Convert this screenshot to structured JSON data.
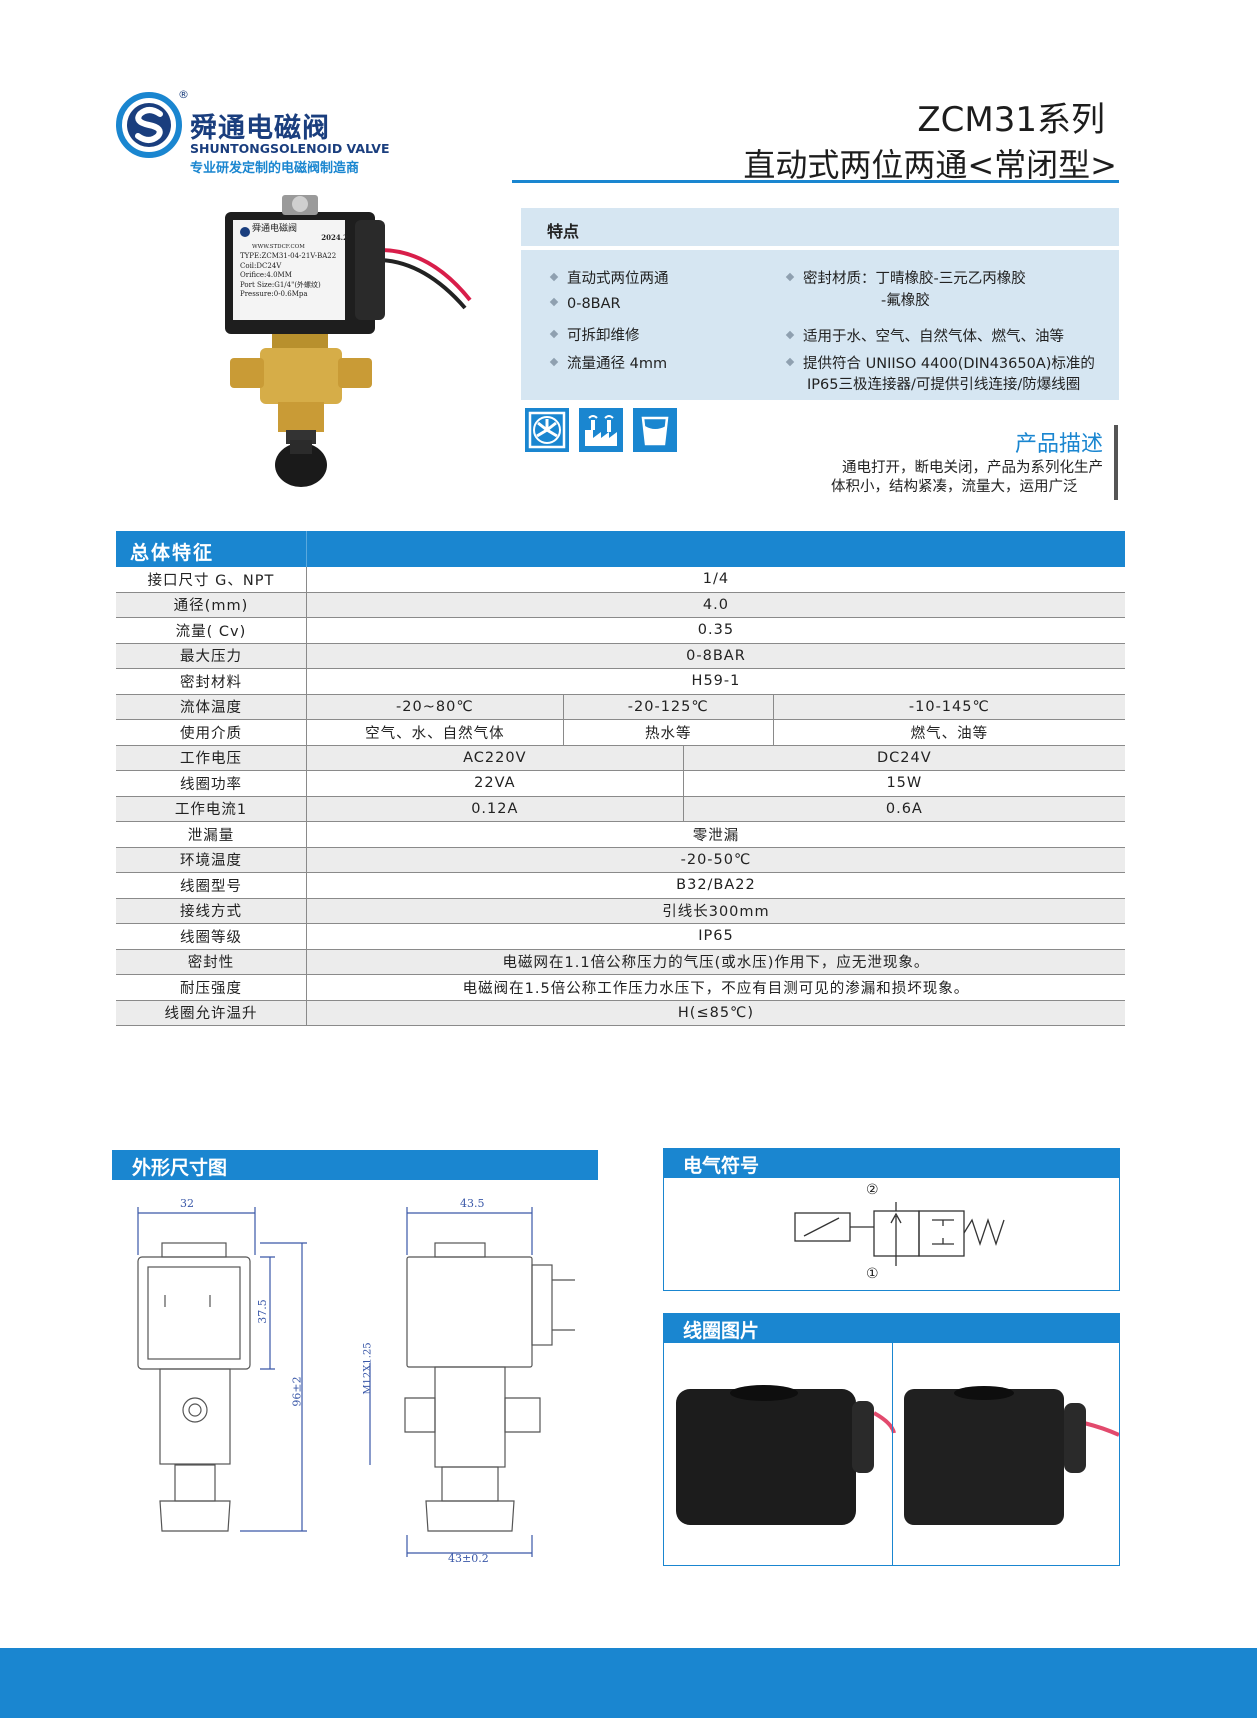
{
  "brand": {
    "name_cn": "舜通电磁阀",
    "name_en": "SHUNTONGSOLENOID VALVE",
    "slogan": "专业研发定制的电磁阀制造商",
    "registered": "®"
  },
  "title": {
    "series": "ZCM31系列",
    "subtitle": "直动式两位两通<常闭型>"
  },
  "product_label": {
    "brand": "舜通电磁阀",
    "date": "2024.2",
    "site": "WWW.STDCF.COM",
    "lines": [
      "TYPE:ZCM31-04-21V-BA22",
      "Coil:DC24V",
      "Orifice:4.0MM",
      "Port Size:G1/4\"(外螺纹)",
      "Pressure:0-0.6Mpa"
    ]
  },
  "features": {
    "heading": "特点",
    "left": [
      "直动式两位两通",
      "0-8BAR",
      "可拆卸维修",
      "流量通径 4mm"
    ],
    "right": [
      {
        "line1": "密封材质：丁晴橡胶-三元乙丙橡胶",
        "line2": "-氟橡胶"
      },
      {
        "line1": "适用于水、空气、自然气体、燃气、油等",
        "line2": ""
      },
      {
        "line1": "提供符合 UNIISO 4400(DIN43650A)标准的",
        "line2": "IP65三极连接器/可提供引线连接/防爆线圈"
      }
    ]
  },
  "icons": [
    "fan-icon",
    "factory-icon",
    "cup-icon"
  ],
  "description": {
    "heading": "产品描述",
    "line1": "通电打开，断电关闭，产品为系列化生产",
    "line2": "体积小，结构紧凑，流量大，运用广泛"
  },
  "spec": {
    "heading": "总体特征",
    "rows": [
      {
        "label": "接口尺寸 G、NPT",
        "values": [
          "1/4"
        ],
        "split": "one"
      },
      {
        "label": "通径(mm)",
        "values": [
          "4.0"
        ],
        "split": "one"
      },
      {
        "label": "流量( Cv)",
        "values": [
          "0.35"
        ],
        "split": "one"
      },
      {
        "label": "最大压力",
        "values": [
          "0-8BAR"
        ],
        "split": "one"
      },
      {
        "label": "密封材料",
        "values": [
          "H59-1"
        ],
        "split": "one"
      },
      {
        "label": "流体温度",
        "values": [
          "-20~80℃",
          "-20-125℃",
          "-10-145℃"
        ],
        "split": "three"
      },
      {
        "label": "使用介质",
        "values": [
          "空气、水、自然气体",
          "热水等",
          "燃气、油等"
        ],
        "split": "three"
      },
      {
        "label": "工作电压",
        "values": [
          "AC220V",
          "DC24V"
        ],
        "split": "two"
      },
      {
        "label": "线圈功率",
        "values": [
          "22VA",
          "15W"
        ],
        "split": "two"
      },
      {
        "label": "工作电流1",
        "values": [
          "0.12A",
          "0.6A"
        ],
        "split": "two"
      },
      {
        "label": "泄漏量",
        "values": [
          "零泄漏"
        ],
        "split": "one"
      },
      {
        "label": "环境温度",
        "values": [
          "-20-50℃"
        ],
        "split": "one"
      },
      {
        "label": "线圈型号",
        "values": [
          "B32/BA22"
        ],
        "split": "one"
      },
      {
        "label": "接线方式",
        "values": [
          "引线长300mm"
        ],
        "split": "one"
      },
      {
        "label": "线圈等级",
        "values": [
          "IP65"
        ],
        "split": "one"
      },
      {
        "label": "密封性",
        "values": [
          "电磁网在1.1倍公称压力的气压(或水压)作用下，应无泄现象。"
        ],
        "split": "one"
      },
      {
        "label": "耐压强度",
        "values": [
          "电磁阀在1.5倍公称工作压力水压下，不应有目测可见的渗漏和损坏现象。"
        ],
        "split": "one"
      },
      {
        "label": "线圈允许温升",
        "values": [
          "H(≤85℃)"
        ],
        "split": "one"
      }
    ]
  },
  "dimensions": {
    "heading": "外形尺寸图",
    "d_top_left": "32",
    "d_coil": "37.5",
    "d_total": "96±2",
    "d_top_right": "43.5",
    "d_thread": "M12X1.25",
    "d_bottom": "43±0.2"
  },
  "electrical": {
    "heading": "电气符号",
    "port_top": "②",
    "port_bottom": "①"
  },
  "coil_photos": {
    "heading": "线圈图片"
  },
  "colors": {
    "accent": "#1a86d0",
    "brand_dark": "#1a3e7e",
    "feature_bg": "#d6e6f2"
  }
}
